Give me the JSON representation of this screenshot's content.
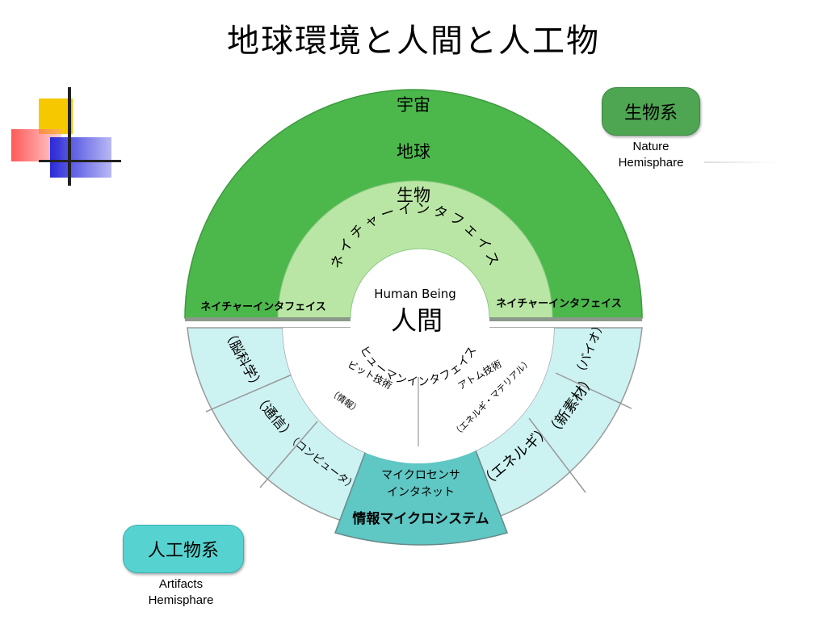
{
  "title": "地球環境と人間と人工物",
  "nature_box": {
    "label": "生物系",
    "caption_line1": "Nature",
    "caption_line2": "Hemisphare"
  },
  "artifacts_box": {
    "label": "人工物系",
    "caption_line1": "Artifacts",
    "caption_line2": "Hemisphare"
  },
  "upper": {
    "outer_ring": [
      "宇宙",
      "地球"
    ],
    "middle_ring": "生物",
    "inner_ring_arc": "ネイチャーインタフェイス",
    "left_interface": "ネイチャーインタフェイス",
    "right_interface": "ネイチャーインタフェイス"
  },
  "center": {
    "english": "Human Being",
    "label": "人間"
  },
  "lower": {
    "human_interface_arc": "ヒューマンインタフェイス",
    "bit_tech": "ビット技術",
    "bit_tech_sub": "（情報）",
    "atom_tech": "アトム技術",
    "atom_tech_sub": "（エネルギ・マテリアル）",
    "left_outer": [
      "（脳科学）",
      "（通信）"
    ],
    "left_middle": "（コンピュータ）",
    "right_outer": [
      "（バイオ）",
      "（新素材）"
    ],
    "right_middle": "（エネルギ）",
    "bottom_center_line1": "マイクロセンサ",
    "bottom_center_line2": "インタネット",
    "bottom_center_title": "情報マイクロシステム"
  },
  "colors": {
    "outer_green": "#4cb84c",
    "inner_green": "#b9e6a4",
    "lower_outer": "#cdf2f2",
    "lower_middle": "#e3fbfb",
    "center_box": "#5fc7c4",
    "border_gray": "#9a9a9a"
  }
}
